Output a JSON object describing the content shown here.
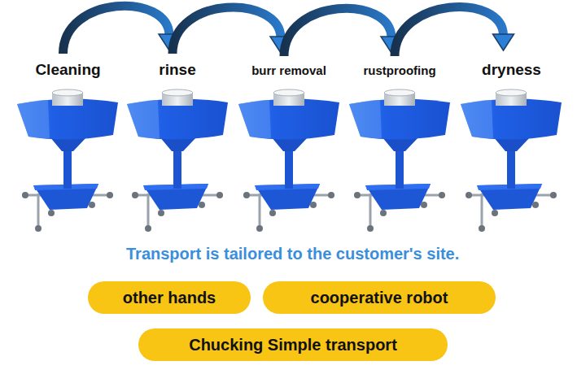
{
  "diagram": {
    "nodes": [
      {
        "text": [
          "Cleaning"
        ]
      },
      {
        "text": [
          "rinse"
        ]
      },
      {
        "text": [
          "burr removal"
        ]
      },
      {
        "text": [
          "rustproofing"
        ]
      },
      {
        "text": [
          "dryness"
        ]
      },
      {
        "text": [
          "other hands"
        ]
      },
      {
        "text": [
          "cooperative robot"
        ]
      },
      {
        "text": [
          "Chucking Simple transport"
        ]
      }
    ],
    "edges": [
      {
        "from": 0,
        "to": 1,
        "arrow": "to"
      },
      {
        "from": 1,
        "to": 2,
        "arrow": "to"
      },
      {
        "from": 2,
        "to": 3,
        "arrow": "to"
      },
      {
        "from": 3,
        "to": 4,
        "arrow": "to"
      }
    ],
    "labels": [
      "Transport is tailored to the customer's site."
    ]
  }
}
